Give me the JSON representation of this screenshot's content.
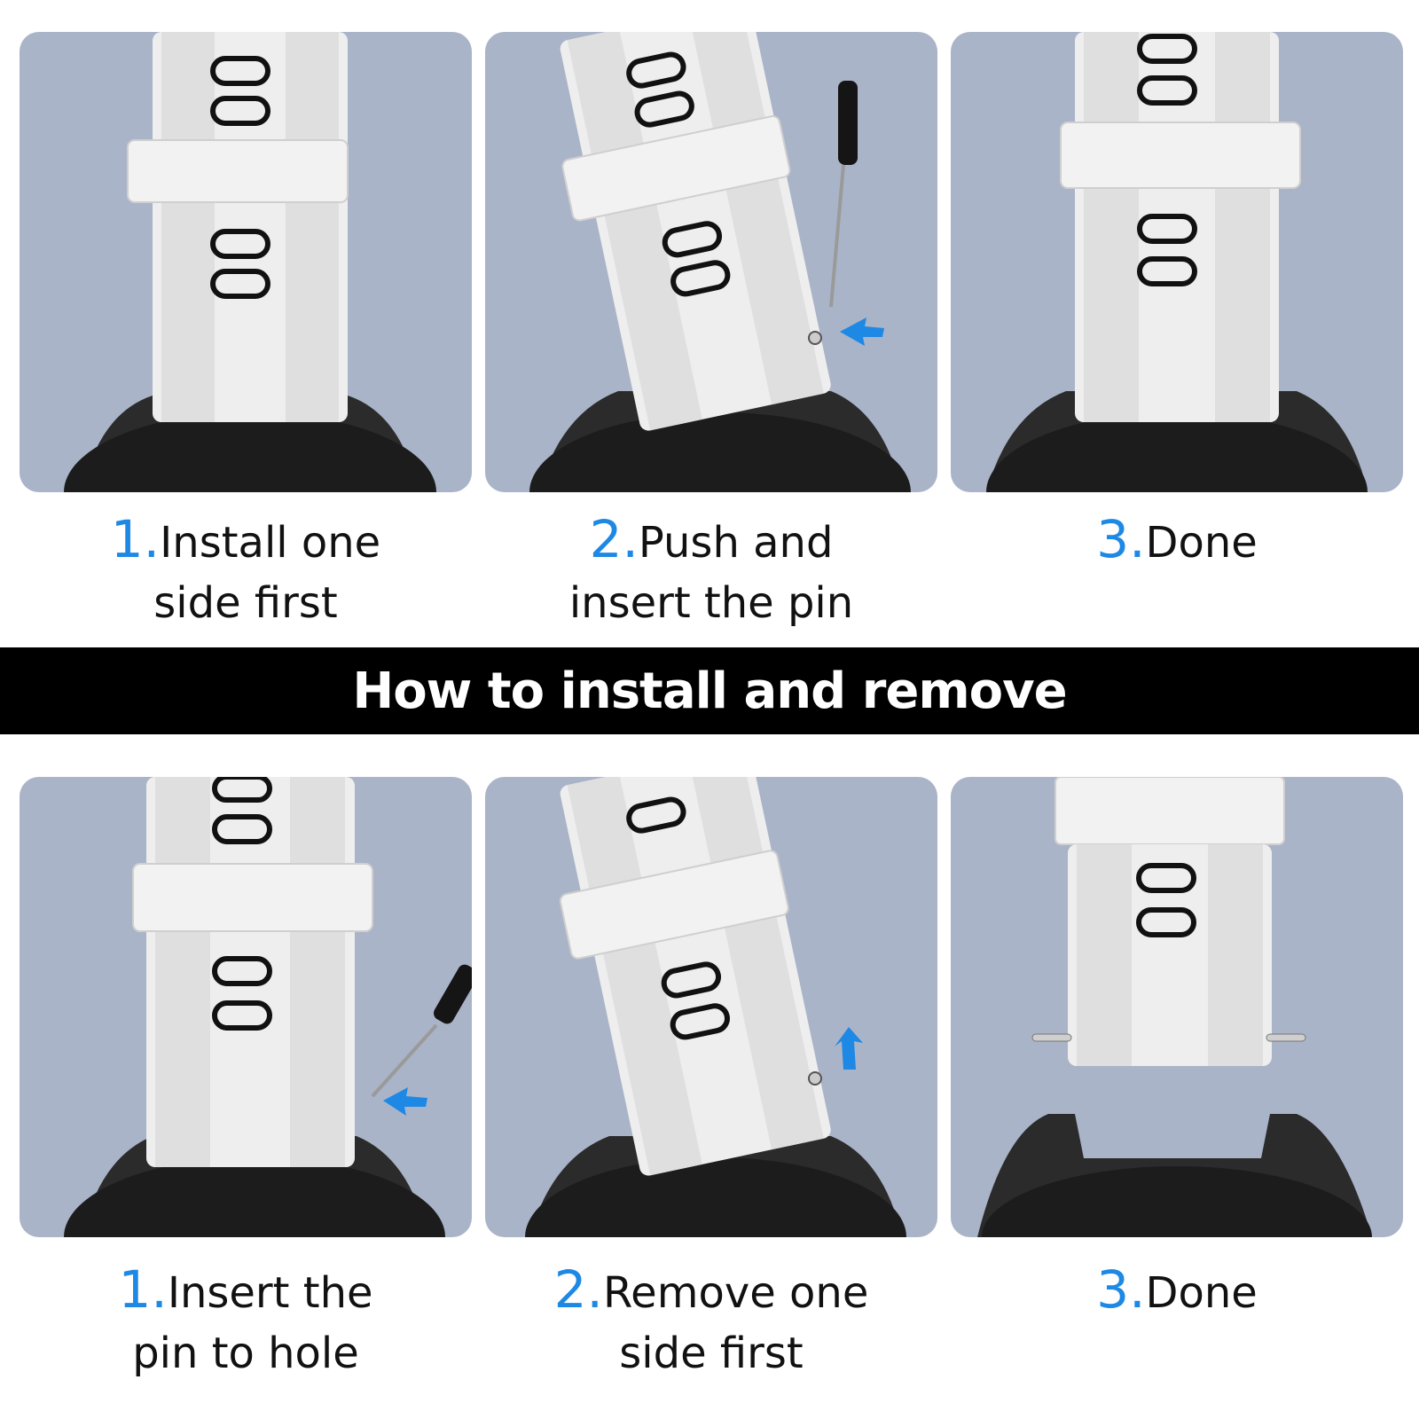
{
  "colors": {
    "panel_bg": "#aab4c8",
    "strap": "#eeeeee",
    "strap_shade": "#d9d9d9",
    "watch_body": "#2b2b2b",
    "accent": "#1e88e5",
    "banner_bg": "#000000",
    "banner_text": "#ffffff"
  },
  "banner": {
    "title": "How to install and remove"
  },
  "install_steps": [
    {
      "num": "1.",
      "line1": "Install one",
      "line2": "side first"
    },
    {
      "num": "2.",
      "line1": "Push and",
      "line2": "insert the pin"
    },
    {
      "num": "3.",
      "line1": "Done",
      "line2": ""
    }
  ],
  "remove_steps": [
    {
      "num": "1.",
      "line1": "Insert the",
      "line2": "pin to hole"
    },
    {
      "num": "2.",
      "line1": "Remove one",
      "line2": "side first"
    },
    {
      "num": "3.",
      "line1": "Done",
      "line2": ""
    }
  ],
  "icons": {
    "strap": "watch-strap-icon",
    "watch": "watch-case-icon",
    "tool": "pin-tool-icon",
    "arrow": "direction-arrow-icon"
  }
}
